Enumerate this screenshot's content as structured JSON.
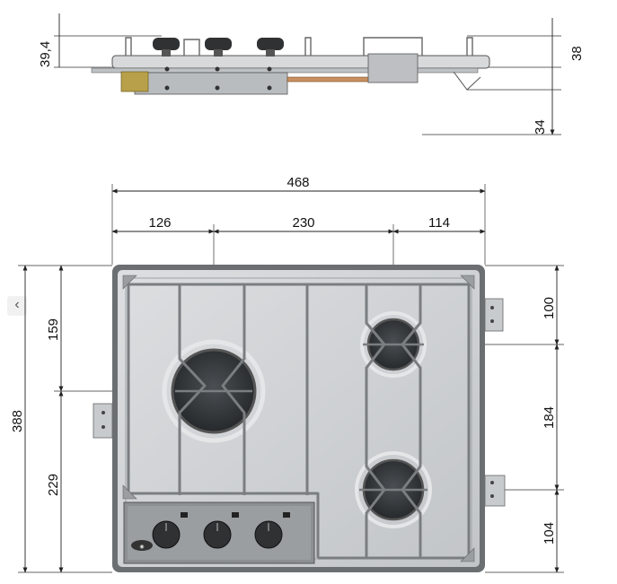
{
  "nav": {
    "prev_icon": "‹"
  },
  "dimensions": {
    "side_view": {
      "burner_height": "39,4",
      "glass_thickness": "38",
      "depth_below": "34"
    },
    "top_view": {
      "overall_width": "468",
      "left_offset": "126",
      "burner_spacing": "230",
      "right_offset": "114",
      "overall_depth": "388",
      "left_top": "159",
      "left_bottom": "229",
      "right_top": "100",
      "right_middle": "184",
      "right_bottom": "104"
    }
  },
  "colors": {
    "steel": "#cfd2d4",
    "steel_dark": "#9ea2a5",
    "burner": "#3a3d40",
    "control_panel": "#8c9093",
    "knob": "#2f3133",
    "brass": "#b8a04a"
  },
  "icons": {
    "nav": "chevron-left-icon",
    "knob": "knob-icon",
    "logo": "brand-logo-icon"
  }
}
